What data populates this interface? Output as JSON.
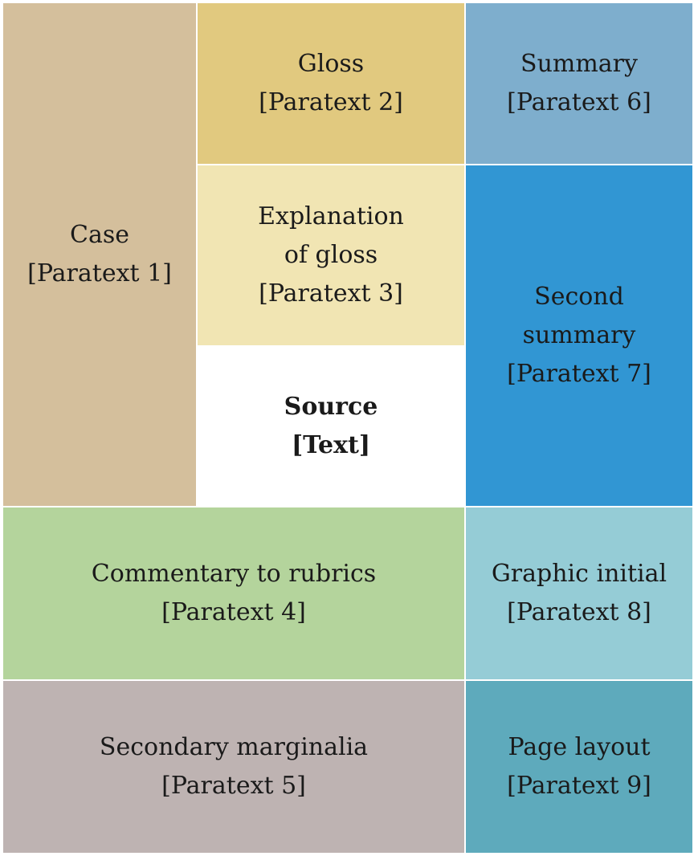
{
  "colors": {
    "case": "#d4bf9c",
    "gloss": "#e1c97f",
    "summary": "#7eaecd",
    "explanation": "#f1e5b3",
    "source": "#ffffff",
    "second_summary": "#3196d3",
    "commentary": "#b4d49c",
    "graphic_initial": "#95ccd6",
    "secondary_marginalia": "#beb3b2",
    "page_layout": "#5eaabc"
  },
  "cells": {
    "case": {
      "line1": "Case",
      "line2": "[Paratext 1]"
    },
    "gloss": {
      "line1": "Gloss",
      "line2": "[Paratext 2]"
    },
    "explanation": {
      "line1": "Explanation",
      "line2": "of gloss",
      "line3": "[Paratext 3]"
    },
    "source": {
      "line1": "Source",
      "line2": "[Text]"
    },
    "commentary": {
      "line1": "Commentary to rubrics",
      "line2": "[Paratext 4]"
    },
    "secondary_marginalia": {
      "line1": "Secondary marginalia",
      "line2": "[Paratext 5]"
    },
    "summary": {
      "line1": "Summary",
      "line2": "[Paratext 6]"
    },
    "second_summary": {
      "line1": "Second",
      "line2": "summary",
      "line3": "[Paratext 7]"
    },
    "graphic_initial": {
      "line1": "Graphic initial",
      "line2": "[Paratext 8]"
    },
    "page_layout": {
      "line1": "Page layout",
      "line2": "[Paratext 9]"
    }
  }
}
